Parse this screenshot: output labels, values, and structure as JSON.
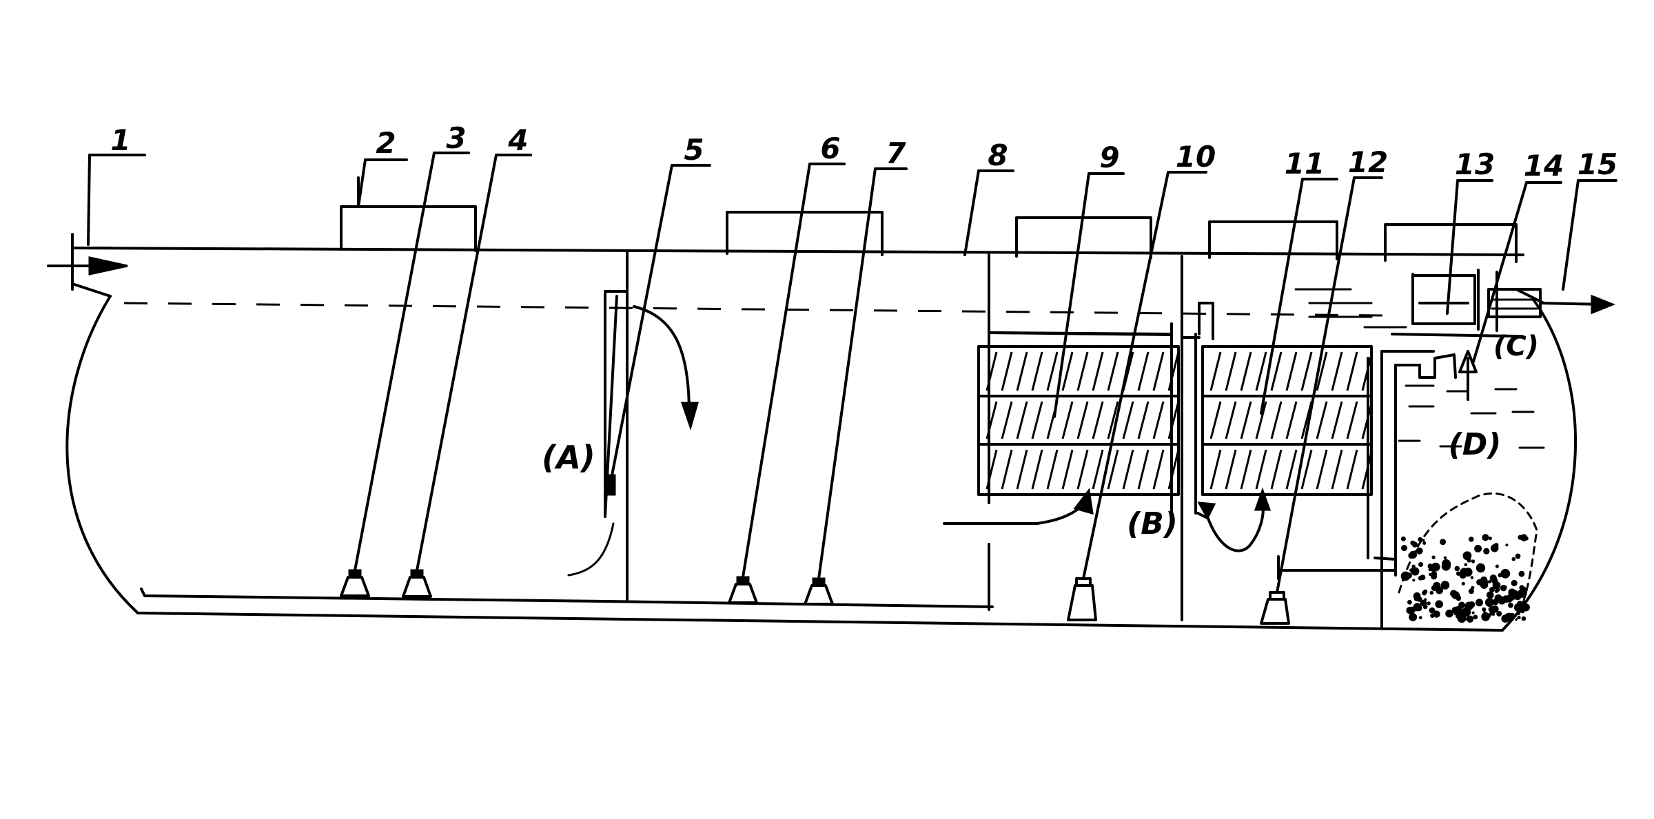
{
  "part_numbers": [
    "1",
    "2",
    "3",
    "4",
    "5",
    "6",
    "7",
    "8",
    "9",
    "10",
    "11",
    "12",
    "13",
    "14",
    "15"
  ],
  "zone_labels": {
    "A": "(A)",
    "B": "(B)",
    "C": "(C)",
    "D": "(D)"
  }
}
